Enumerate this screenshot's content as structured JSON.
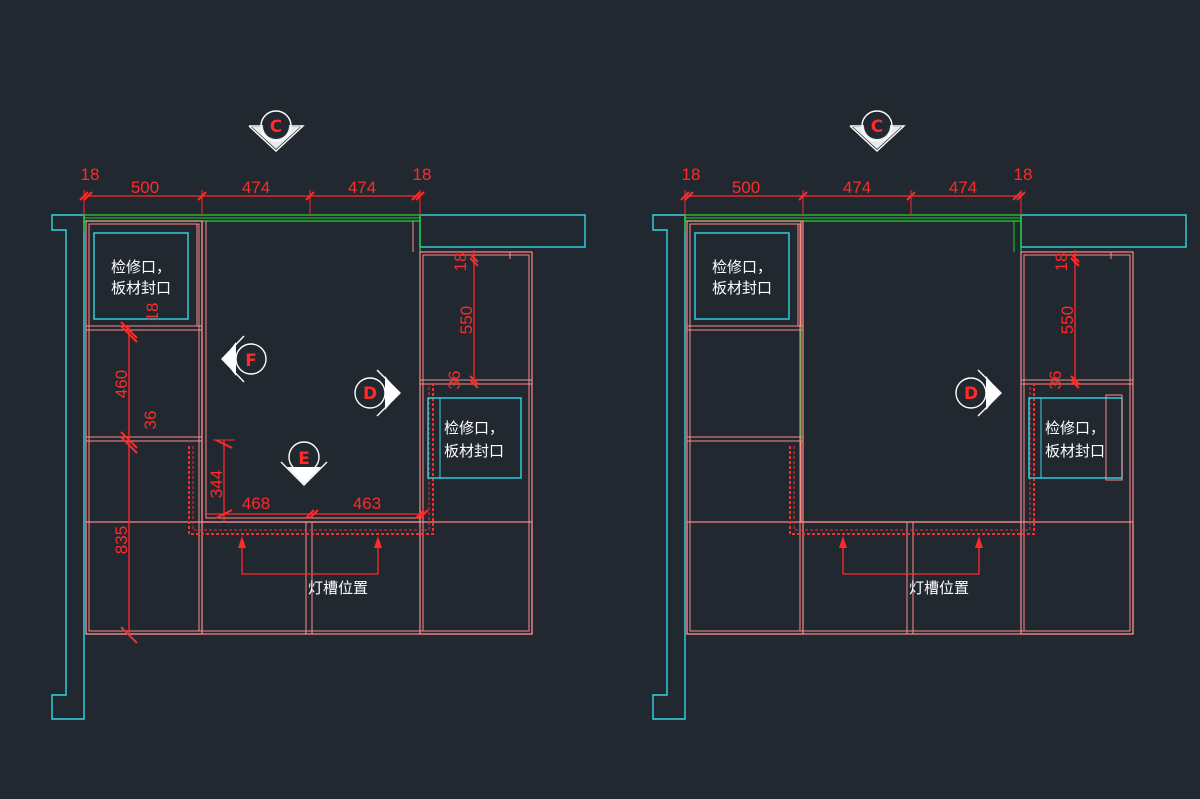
{
  "colors": {
    "background": "#212830",
    "cabinet": "#ff8a8a",
    "dimension": "#ff2a2a",
    "wall": "#33d6e6",
    "panel": "#22cc33",
    "text": "#ffffff"
  },
  "labels": {
    "access_l1": "检修口，",
    "access_l2": "板材封口",
    "light_trough": "灯槽位置"
  },
  "markers": {
    "c": "C",
    "d": "D",
    "e": "E",
    "f": "F"
  },
  "dims": {
    "d18": "18",
    "d500": "500",
    "d474": "474",
    "d550": "550",
    "d36": "36",
    "d460": "460",
    "d835": "835",
    "d344": "344",
    "d468": "468",
    "d463": "463"
  }
}
